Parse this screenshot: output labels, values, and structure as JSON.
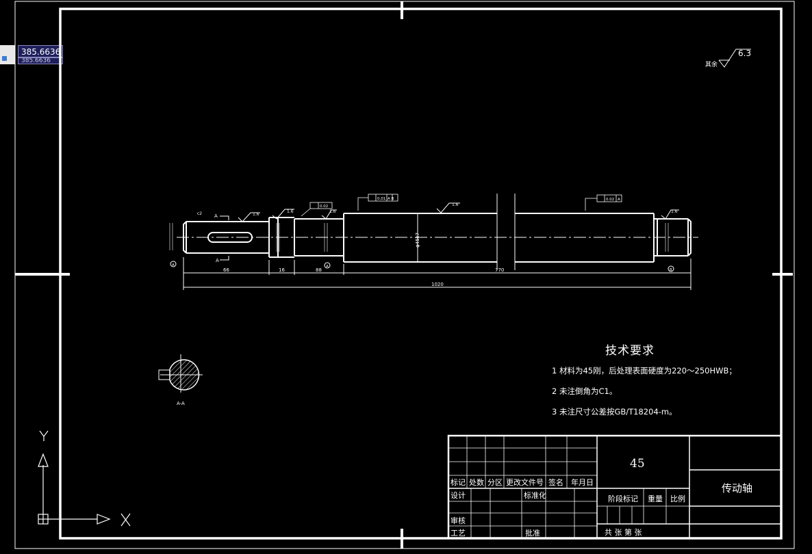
{
  "coordinate_tooltip": {
    "value": "385.6636",
    "secondary_value": "385.6636"
  },
  "roughness_mark": {
    "prefix": "其余",
    "value": "6.3"
  },
  "technical_requirements": {
    "title": "技术要求",
    "items": [
      "1 材料为45刚，后处理表面硬度为220～250HWB；",
      "2 未注倒角为C1。",
      "3 未注尺寸公差按GB/T18204-m。"
    ]
  },
  "dimensions": {
    "d66": "66",
    "d16": "16",
    "d88": "88",
    "d770": "770",
    "d1020": "1020",
    "dia_main": "φ45k7",
    "chamfer": "c2"
  },
  "surface_roughness_labels": [
    "1.6",
    "1.6",
    "1.6",
    "1.6",
    "1.6"
  ],
  "tolerance_frames": [
    {
      "symbol": "◎",
      "value": "0.01",
      "datums": "A B"
    },
    {
      "symbol": "↗",
      "value": "0.02",
      "datums": "A"
    },
    {
      "symbol": "⌭",
      "value": "0.02",
      "datums": ""
    }
  ],
  "section_labels": {
    "arrow_top": "A",
    "arrow_bottom": "A",
    "section": "A-A",
    "datum_a": "A",
    "datum_a2": "A",
    "datum_b": "B"
  },
  "title_block": {
    "material": "45",
    "part_name": "传动轴",
    "headers": [
      "标记",
      "处数",
      "分区",
      "更改文件号",
      "签名",
      "年月日"
    ],
    "design": "设计",
    "standardization": "标准化",
    "review": "审核",
    "process": "工艺",
    "approve": "批准",
    "stage_mark": "阶段标记",
    "weight": "重量",
    "scale": "比例",
    "sheet_info": "共  张  第  张"
  },
  "ucs": {
    "x_label": "X",
    "y_label": "Y"
  },
  "colors": {
    "background": "#000000",
    "lines": "#ffffff",
    "tooltip_bg": "#1f1f5c"
  }
}
